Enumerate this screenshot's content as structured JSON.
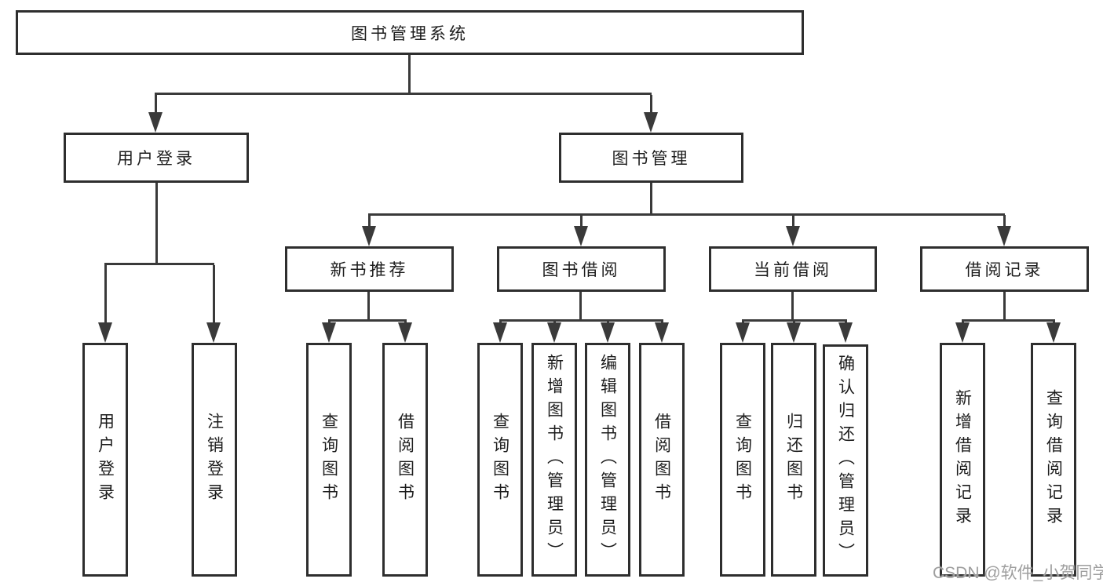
{
  "tree": {
    "root": {
      "label": "图书管理系统"
    },
    "level2": [
      {
        "label": "用户登录",
        "parent": "图书管理系统"
      },
      {
        "label": "图书管理",
        "parent": "图书管理系统"
      }
    ],
    "level3": [
      {
        "label": "新书推荐",
        "parent": "图书管理"
      },
      {
        "label": "图书借阅",
        "parent": "图书管理"
      },
      {
        "label": "当前借阅",
        "parent": "图书管理"
      },
      {
        "label": "借阅记录",
        "parent": "图书管理"
      }
    ],
    "leaves": [
      {
        "label": "用户登录",
        "parent": "用户登录"
      },
      {
        "label": "注销登录",
        "parent": "用户登录"
      },
      {
        "label": "查询图书",
        "parent": "新书推荐"
      },
      {
        "label": "借阅图书",
        "parent": "新书推荐"
      },
      {
        "label": "查询图书",
        "parent": "图书借阅"
      },
      {
        "label": "新增图书（管理员）",
        "parent": "图书借阅"
      },
      {
        "label": "编辑图书（管理员）",
        "parent": "图书借阅"
      },
      {
        "label": "借阅图书",
        "parent": "图书借阅"
      },
      {
        "label": "查询图书",
        "parent": "当前借阅"
      },
      {
        "label": "归还图书",
        "parent": "当前借阅"
      },
      {
        "label": "确认归还（管理员）",
        "parent": "当前借阅"
      },
      {
        "label": "新增借阅记录",
        "parent": "借阅记录"
      },
      {
        "label": "查询借阅记录",
        "parent": "借阅记录"
      }
    ]
  },
  "watermark": {
    "text": "CSDN @软件_小贺同学"
  },
  "colors": {
    "line": "#3a3a3a",
    "border": "#2e2e2e",
    "text": "#1c1c1c",
    "background": "#ffffff",
    "watermark": "#9e9e9e"
  }
}
